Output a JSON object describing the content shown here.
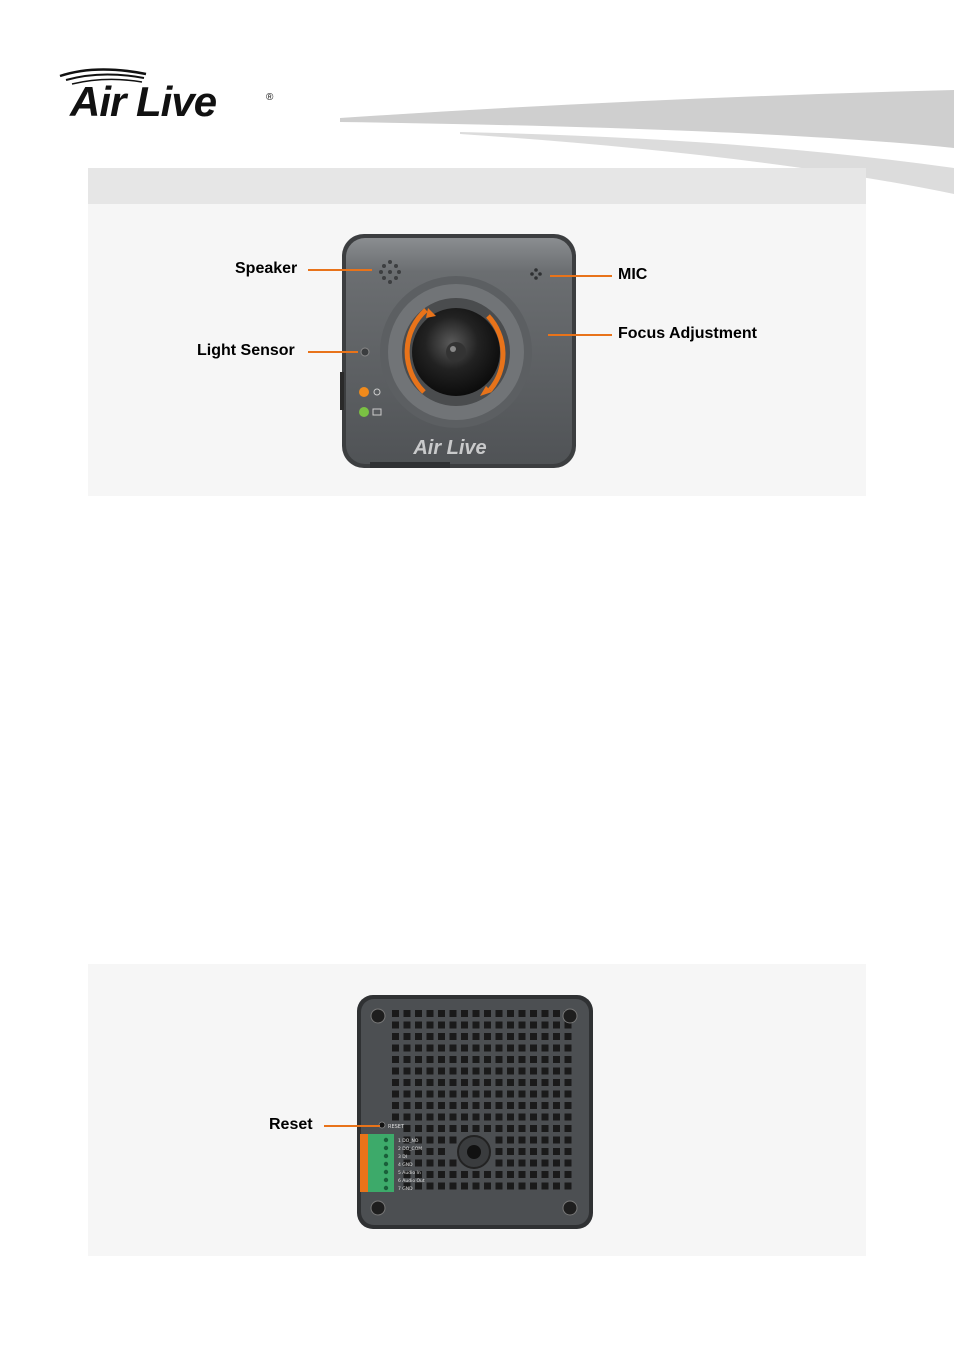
{
  "header": {
    "logo_text": "Air Live",
    "logo_mark": "®"
  },
  "section_bar": {
    "title": ""
  },
  "front_view": {
    "device_logo": "Air Live",
    "labels": {
      "speaker": "Speaker",
      "light_sensor": "Light Sensor",
      "mic": "MIC",
      "focus": "Focus Adjustment"
    },
    "colors": {
      "leader": "#e8731a",
      "power_led": "#f08a1c",
      "network_led": "#7ac143"
    }
  },
  "back_view": {
    "labels": {
      "reset": "Reset"
    },
    "reset_print": "RESET",
    "terminal_pins": [
      "1 DO_NO",
      "2 DO_COM",
      "3 DI",
      "4 GND",
      "5 Audio In",
      "6 Audio Out",
      "7 GND"
    ],
    "colors": {
      "terminal": "#3daa6a",
      "terminal_plug": "#e8731a"
    }
  }
}
